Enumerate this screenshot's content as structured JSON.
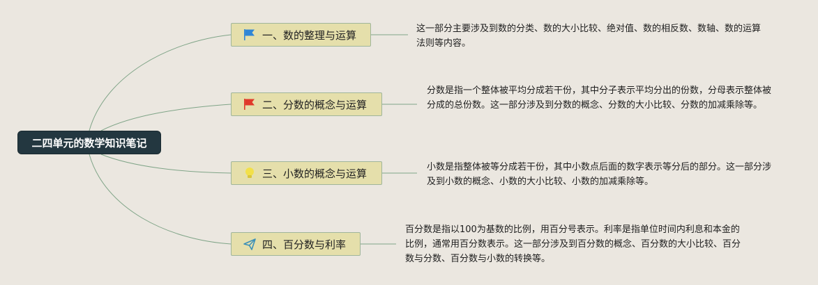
{
  "root": {
    "label": "二四单元的数学知识笔记"
  },
  "topics": [
    {
      "label": "一、数的整理与运算",
      "icon": "blue-flag-icon",
      "icon_color": "#2f86d6",
      "note": "这一部分主要涉及到数的分类、数的大小比较、绝对值、数的相反数、数轴、数的运算法则等内容。"
    },
    {
      "label": "二、分数的概念与运算",
      "icon": "red-flag-icon",
      "icon_color": "#e03a2a",
      "note": "分数是指一个整体被平均分成若干份，其中分子表示平均分出的份数，分母表示整体被分成的总份数。这一部分涉及到分数的概念、分数的大小比较、分数的加减乘除等。"
    },
    {
      "label": "三、小数的概念与运算",
      "icon": "lightbulb-icon",
      "icon_color": "#f2e04a",
      "note": "小数是指整体被等分成若干份，其中小数点后面的数字表示等分后的部分。这一部分涉及到小数的概念、小数的大小比较、小数的加减乘除等。"
    },
    {
      "label": "四、百分数与利率",
      "icon": "paper-plane-icon",
      "icon_color": "#3a8fb8",
      "note": "百分数是指以100为基数的比例，用百分号表示。利率是指单位时间内利息和本金的比例，通常用百分数表示。这一部分涉及到百分数的概念、百分数的大小比较、百分数与分数、百分数与小数的转换等。"
    }
  ],
  "colors": {
    "background": "#ebe7e0",
    "root": "#233740",
    "topic": "#e5dfab",
    "connector": "#7fa487"
  }
}
